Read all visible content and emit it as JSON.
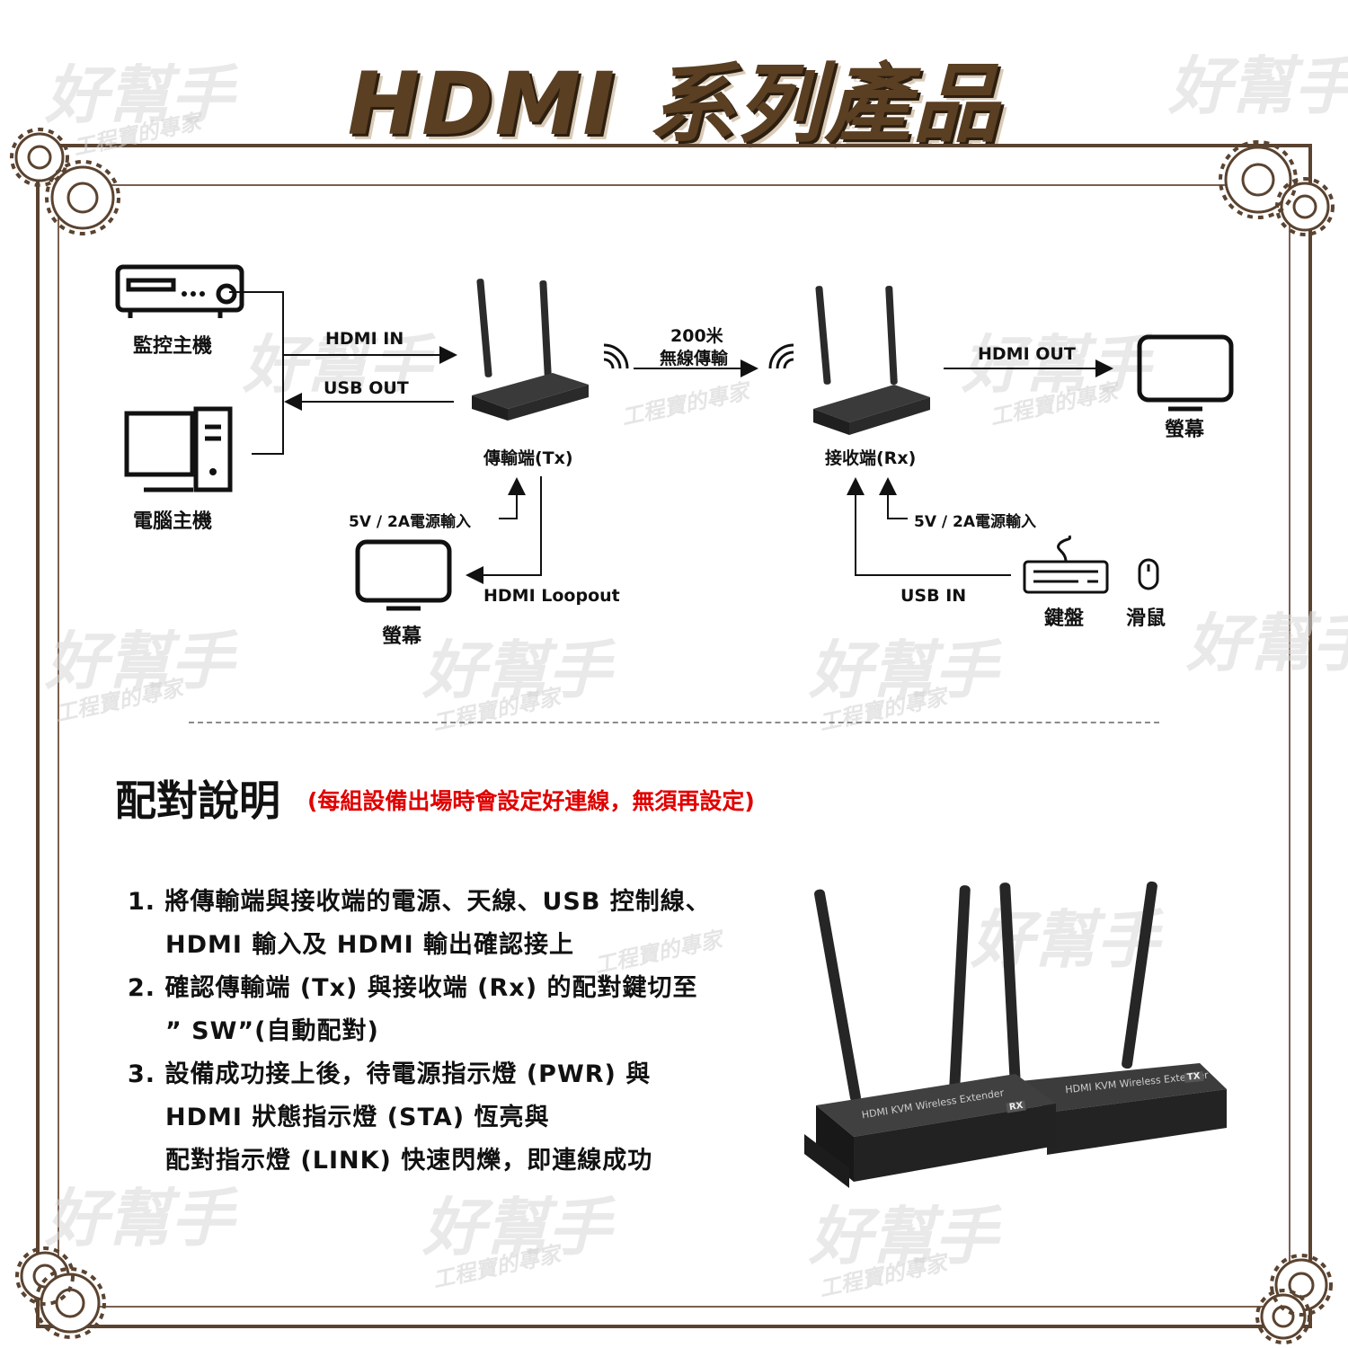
{
  "title": "HDMI 系列產品",
  "watermark": {
    "main": "好幫手",
    "sub": "工程寶的專家"
  },
  "diagram": {
    "nvr_label": "監控主機",
    "pc_label": "電腦主機",
    "hdmi_in": "HDMI IN",
    "usb_out": "USB OUT",
    "tx_label": "傳輸端(Tx)",
    "wireless_line1": "200米",
    "wireless_line2": "無線傳輸",
    "rx_label": "接收端(Rx)",
    "hdmi_out": "HDMI OUT",
    "monitor_right_label": "螢幕",
    "tx_power": "5V / 2A電源輸入",
    "rx_power": "5V / 2A電源輸入",
    "monitor_left_label": "螢幕",
    "hdmi_loopout": "HDMI Loopout",
    "usb_in": "USB IN",
    "keyboard_label": "鍵盤",
    "mouse_label": "滑鼠"
  },
  "pairing": {
    "title": "配對說明",
    "note": "(每組設備出場時會設定好連線，無須再設定)",
    "steps": [
      {
        "line1": "1. 將傳輸端與接收端的電源、天線、USB 控制線、",
        "line2": "HDMI 輸入及 HDMI 輸出確認接上"
      },
      {
        "line1": "2. 確認傳輸端 (Tx) 與接收端 (Rx) 的配對鍵切至",
        "line2": "” SW”(自動配對)"
      },
      {
        "line1": "3. 設備成功接上後，待電源指示燈 (PWR) 與",
        "line2": "HDMI 狀態指示燈 (STA) 恆亮與",
        "line3": "配對指示燈 (LINK) 快速閃爍，即連線成功"
      }
    ]
  },
  "product": {
    "device_text": "HDMI KVM Wireless Extender",
    "tx_badge": "TX",
    "rx_badge": "RX"
  },
  "colors": {
    "frame": "#5a4330",
    "title": "#5b3f22",
    "note": "#e00000",
    "device": "#2b2b2b"
  }
}
